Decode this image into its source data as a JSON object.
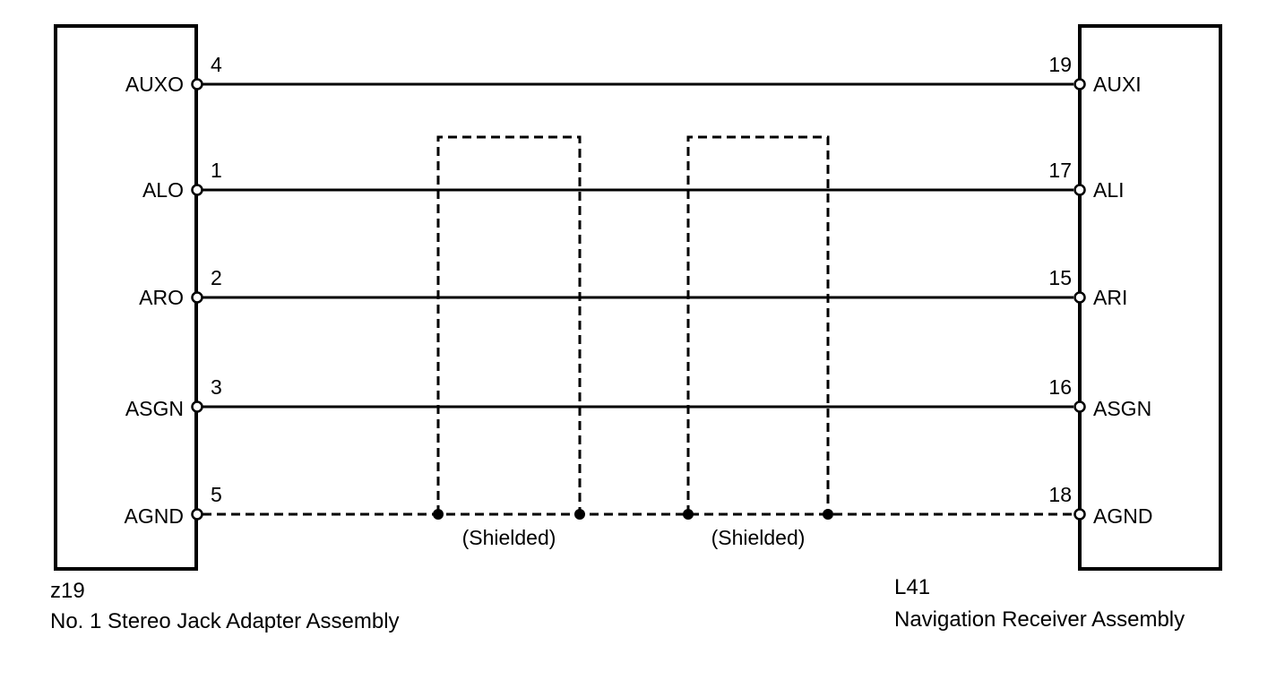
{
  "colors": {
    "line": "#000000",
    "background": "#ffffff"
  },
  "left_connector": {
    "code": "z19",
    "name": "No. 1 Stereo Jack Adapter Assembly"
  },
  "right_connector": {
    "code": "L41",
    "name": "Navigation Receiver Assembly"
  },
  "wires": [
    {
      "left_label": "AUXO",
      "left_pin": "4",
      "right_pin": "19",
      "right_label": "AUXI",
      "shielded": false
    },
    {
      "left_label": "ALO",
      "left_pin": "1",
      "right_pin": "17",
      "right_label": "ALI",
      "shielded": false
    },
    {
      "left_label": "ARO",
      "left_pin": "2",
      "right_pin": "15",
      "right_label": "ARI",
      "shielded": false
    },
    {
      "left_label": "ASGN",
      "left_pin": "3",
      "right_pin": "16",
      "right_label": "ASGN",
      "shielded": false
    },
    {
      "left_label": "AGND",
      "left_pin": "5",
      "right_pin": "18",
      "right_label": "AGND",
      "shielded": true
    }
  ],
  "shields": [
    {
      "label": "(Shielded)"
    },
    {
      "label": "(Shielded)"
    }
  ]
}
